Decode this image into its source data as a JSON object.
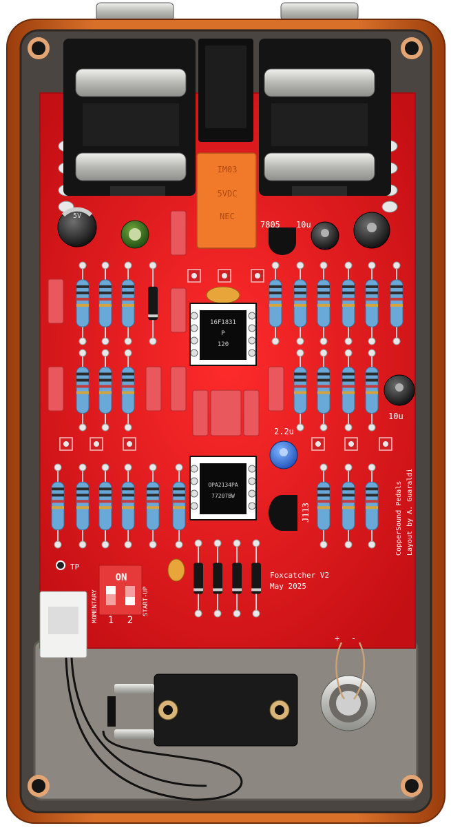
{
  "board": {
    "title": "Foxcatcher V2",
    "date": "May 2025",
    "maker": "CopperSound Pedals",
    "credit": "Layout by A. Guaraldi",
    "tp_label": "TP",
    "switch_state": "ON",
    "switch_1": "1",
    "switch_2": "2",
    "mode_left": "MOMENTARY",
    "mode_right": "START-UP",
    "regulator": "7805",
    "cap_top": "10u",
    "cap_right": "10u",
    "cap_mid": "2.2u",
    "jfet": "J113",
    "led_plus": "+",
    "led_minus": "-"
  },
  "chips": {
    "upper": {
      "line1": "16F1831",
      "line2": "P",
      "line3": "120"
    },
    "lower": {
      "line1": "OPA2134PA",
      "line2": "77207BW"
    }
  },
  "relay": {
    "line1": "IM03",
    "line2": "5VDC",
    "line3": "NEC"
  },
  "cap_sleeve": "5V",
  "colors": {
    "pcb": "#e3151b",
    "copper_enclosure": "#c85a1c",
    "resistor_body": "#6aa8d8",
    "box_cap": "#e8585c",
    "jack_black": "#141414",
    "steel": "#c8c8c4"
  }
}
